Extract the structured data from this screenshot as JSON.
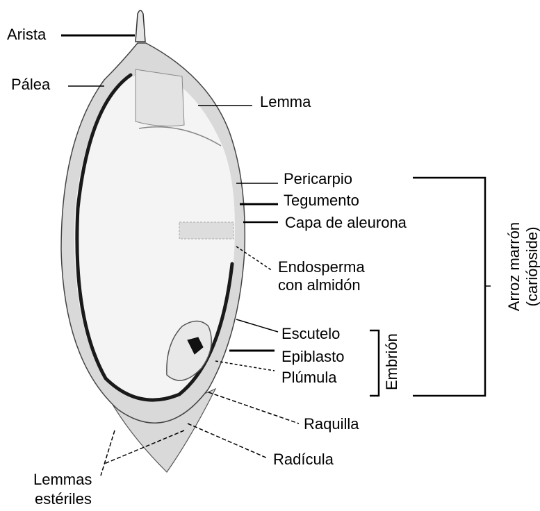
{
  "labels": {
    "arista": "Arista",
    "palea": "Pálea",
    "lemma": "Lemma",
    "pericarpio": "Pericarpio",
    "tegumento": "Tegumento",
    "capa_aleurona": "Capa de aleurona",
    "endosperma_1": "Endosperma",
    "endosperma_2": "con almidón",
    "escutelo": "Escutelo",
    "epiblasto": "Epiblasto",
    "plumula": "Plúmula",
    "raquilla": "Raquilla",
    "radicula": "Radícula",
    "lemmas_1": "Lemmas",
    "lemmas_2": "estériles",
    "embrion": "Embrión",
    "arroz_1": "Arroz marrón",
    "arroz_2": "(cariópside)"
  },
  "colors": {
    "husk": "#d9d9d9",
    "grain": "#f4f4f4",
    "outline": "#1a1a1a",
    "line": "#000000"
  }
}
